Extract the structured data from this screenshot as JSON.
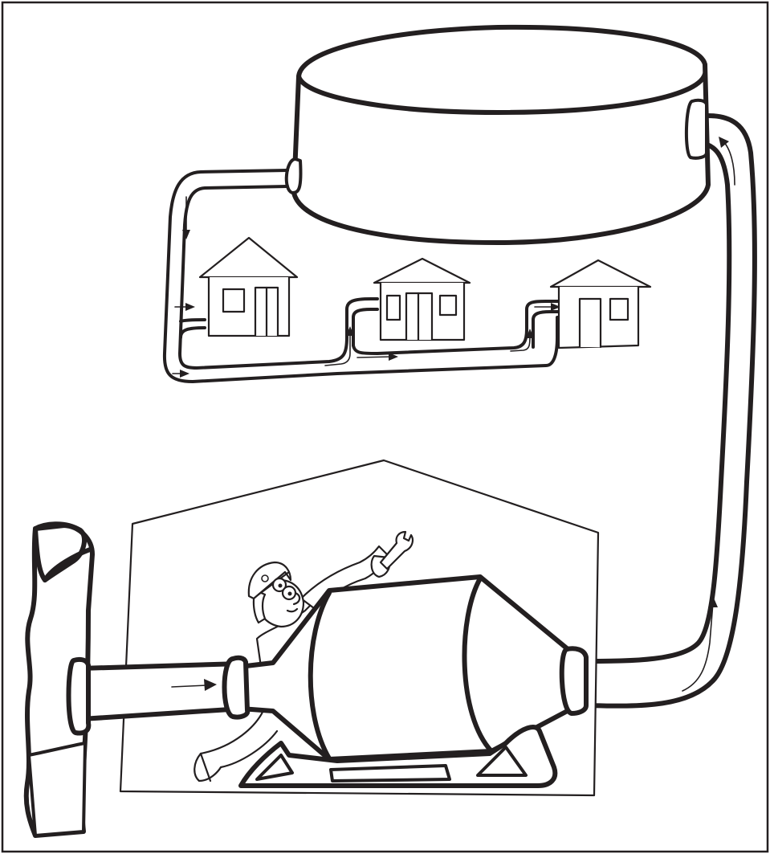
{
  "diagram": {
    "components": [
      {
        "id": "water-tower-tank",
        "icon": "storage-tank"
      },
      {
        "id": "house-left",
        "icon": "house-icon"
      },
      {
        "id": "house-middle",
        "icon": "house-icon"
      },
      {
        "id": "house-right",
        "icon": "house-icon"
      },
      {
        "id": "treatment-plant-building",
        "icon": "building-icon"
      },
      {
        "id": "filter-tank",
        "icon": "filter-icon"
      },
      {
        "id": "water-source-pipe",
        "icon": "pipe-icon"
      },
      {
        "id": "plant-worker",
        "icon": "worker-with-wrench-icon"
      }
    ],
    "flow": [
      {
        "from": "water-source-pipe",
        "to": "filter-tank"
      },
      {
        "from": "filter-tank",
        "to": "water-tower-tank"
      },
      {
        "from": "water-tower-tank",
        "to": "house-left"
      },
      {
        "from": "house-left",
        "to": "house-middle"
      },
      {
        "from": "house-middle",
        "to": "house-right"
      }
    ],
    "colors": {
      "ink": "#231f20",
      "paper": "#ffffff"
    }
  }
}
